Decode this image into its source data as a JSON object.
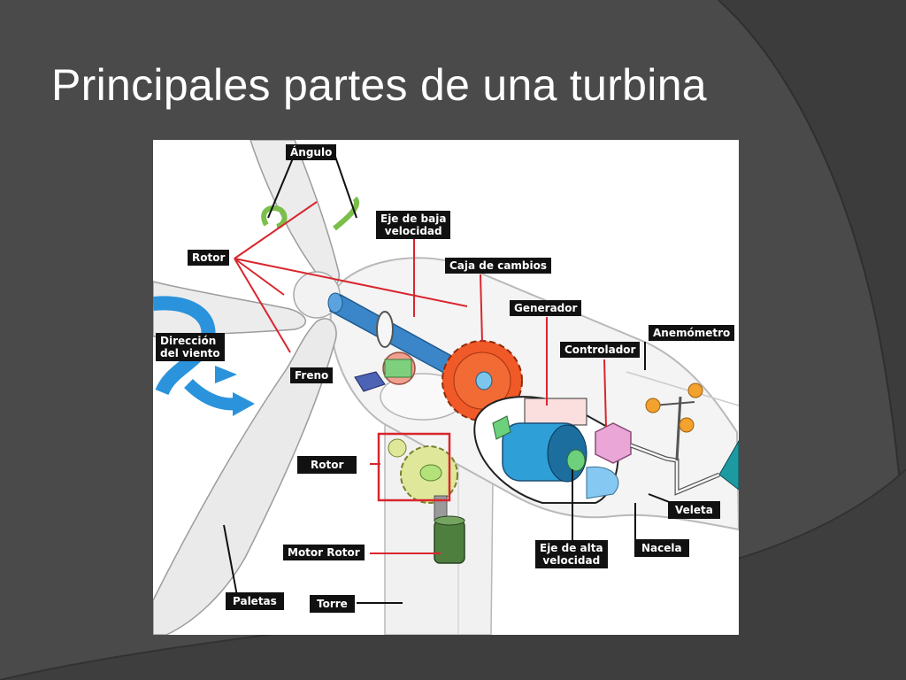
{
  "slide": {
    "title": "Principales partes de una turbina",
    "background_color": "#4a4a4a"
  },
  "diagram": {
    "label_style": {
      "background": "#111111",
      "text": "#ffffff",
      "leader_color": "#d9262e"
    },
    "labels": {
      "angulo": "Ángulo",
      "rotor_top": "Rotor",
      "eje_baja": [
        "Eje de baja",
        "velocidad"
      ],
      "caja_cambios": "Caja de cambios",
      "generador": "Generador",
      "anemometro": "Anemómetro",
      "controlador": "Controlador",
      "direccion_viento": [
        "Dirección",
        "del viento"
      ],
      "freno": "Freno",
      "rotor_mid": "Rotor",
      "veleta": "Veleta",
      "eje_alta": [
        "Eje de alta",
        "velocidad"
      ],
      "motor_rotor": "Motor Rotor",
      "nacela": "Nacela",
      "paletas": "Paletas",
      "torre": "Torre"
    },
    "components": [
      {
        "name": "blade",
        "color": "#ececec"
      },
      {
        "name": "low-speed-shaft",
        "color": "#3a86c9"
      },
      {
        "name": "gearbox-gear",
        "color": "#f05a28"
      },
      {
        "name": "generator",
        "color": "#2f9fd8"
      },
      {
        "name": "high-speed-shaft",
        "color": "#6dd07c"
      },
      {
        "name": "controller",
        "color": "#e9a6d6"
      },
      {
        "name": "anemometer-cups",
        "color": "#f4a22e"
      },
      {
        "name": "vane",
        "color": "#1d9aa1"
      },
      {
        "name": "yaw-gear",
        "color": "#dfe89a"
      },
      {
        "name": "yaw-motor",
        "color": "#4f7f3f"
      },
      {
        "name": "wind-arrow",
        "color": "#2a93dc"
      }
    ]
  }
}
